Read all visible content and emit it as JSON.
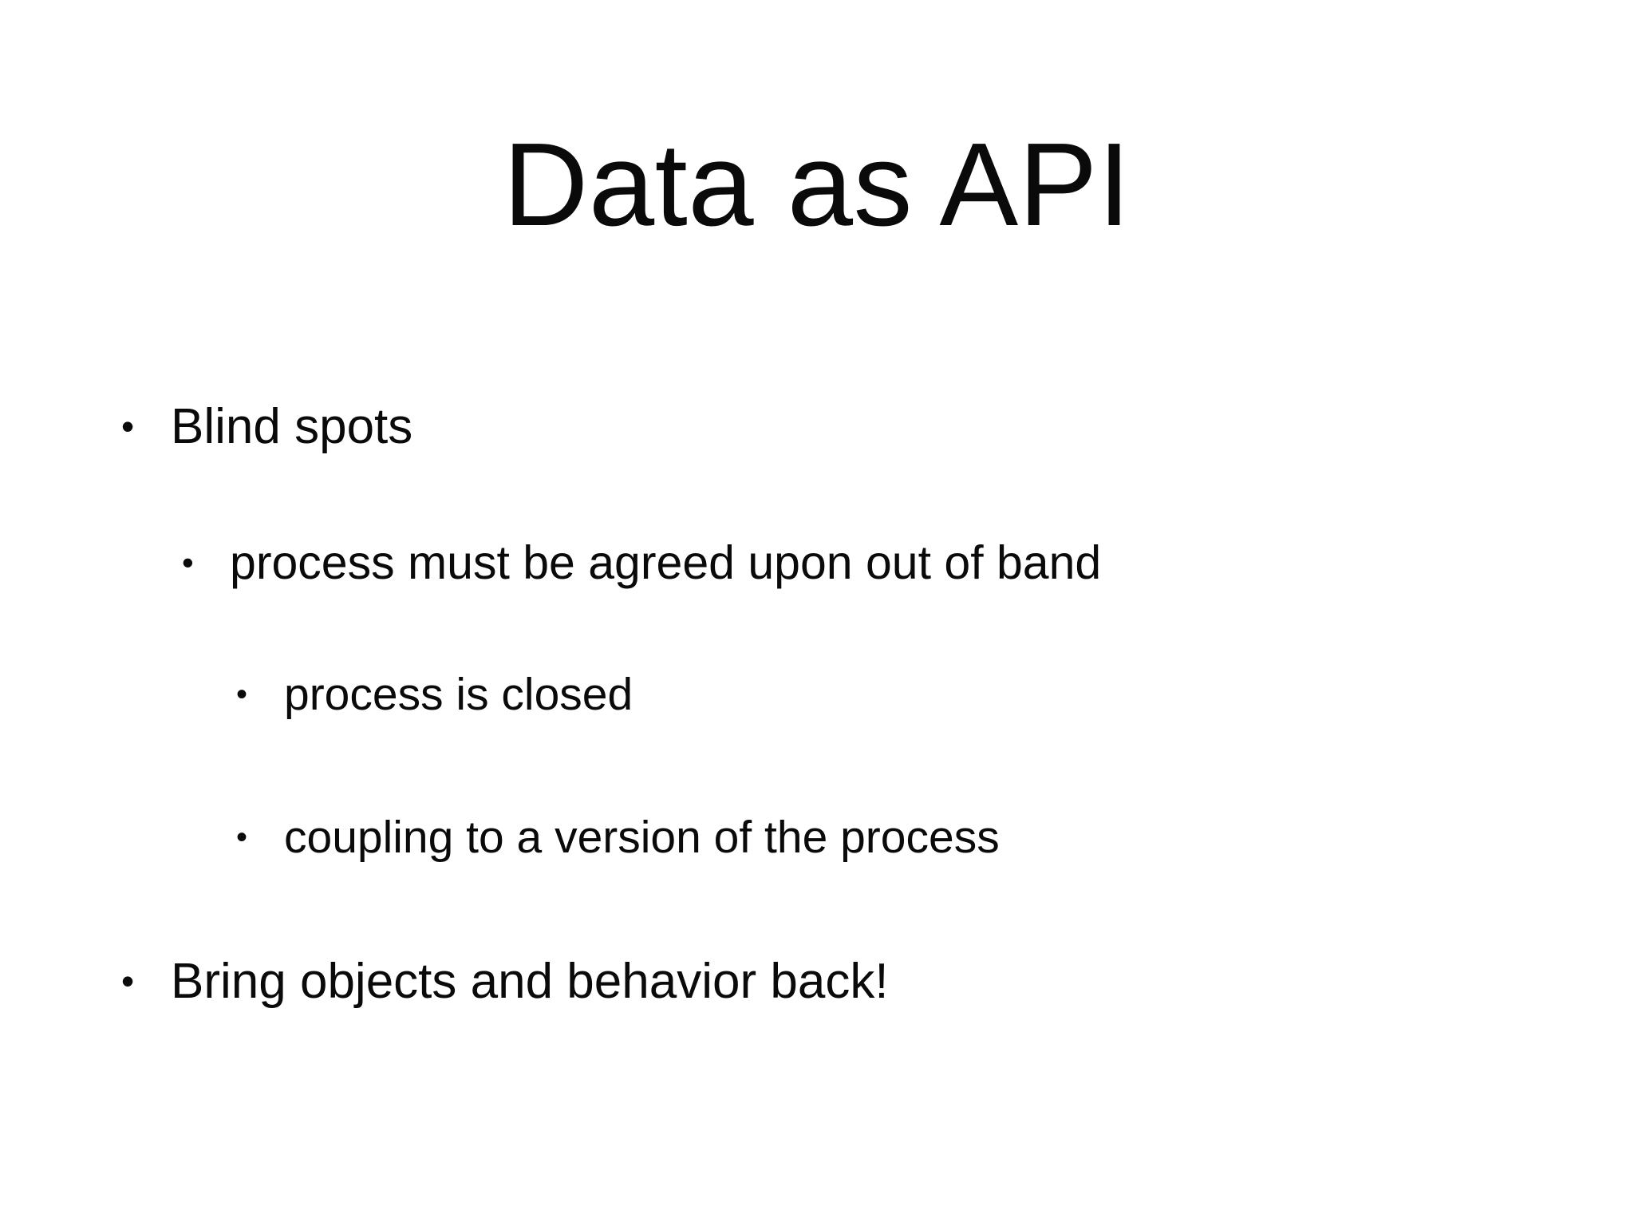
{
  "slide": {
    "title": "Data as API",
    "background_color": "#ffffff",
    "text_color": "#0a0a0a",
    "bullet_glyph": "•",
    "bullets": [
      {
        "level": 1,
        "text": "Blind spots"
      },
      {
        "level": 2,
        "text": "process must be agreed upon out of band"
      },
      {
        "level": 3,
        "text": "process is closed"
      },
      {
        "level": 3,
        "text": "coupling to a version of the process"
      },
      {
        "level": 1,
        "text": "Bring objects and behavior back!"
      }
    ]
  }
}
